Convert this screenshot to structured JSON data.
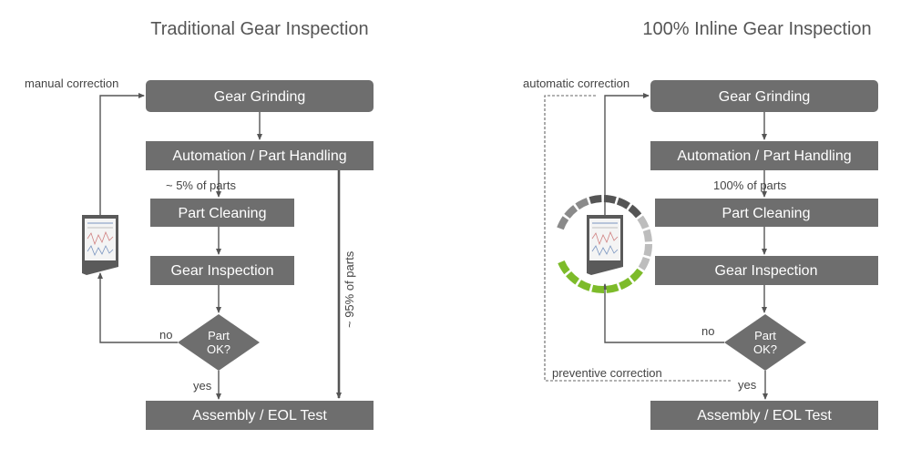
{
  "left": {
    "title": "Traditional Gear Inspection",
    "gear_grinding": "Gear Grinding",
    "automation": "Automation / Part Handling",
    "part_cleaning": "Part Cleaning",
    "gear_inspection": "Gear Inspection",
    "assembly": "Assembly / EOL Test",
    "decision_line1": "Part",
    "decision_line2": "OK?",
    "manual_correction": "manual correction",
    "share_label": "~ 5% of  parts",
    "bypass_label": "~ 95% of parts",
    "no_label": "no",
    "yes_label": "yes"
  },
  "right": {
    "title": "100% Inline Gear Inspection",
    "gear_grinding": "Gear Grinding",
    "automation": "Automation / Part Handling",
    "part_cleaning": "Part Cleaning",
    "gear_inspection": "Gear Inspection",
    "assembly": "Assembly / EOL Test",
    "decision_line1": "Part",
    "decision_line2": "OK?",
    "automatic_correction": "automatic correction",
    "preventive_correction": "preventive correction",
    "share_label": "100% of  parts",
    "no_label": "no",
    "yes_label": "yes"
  },
  "colors": {
    "box": "#6e6e6e",
    "text_on_box": "#ffffff",
    "line": "#555555",
    "ring_green": "#7dbb2a",
    "ring_dark": "#555555"
  },
  "icons": {
    "left_report": "report-device-icon",
    "right_report": "report-device-icon",
    "right_ring": "progress-ring-icon"
  }
}
